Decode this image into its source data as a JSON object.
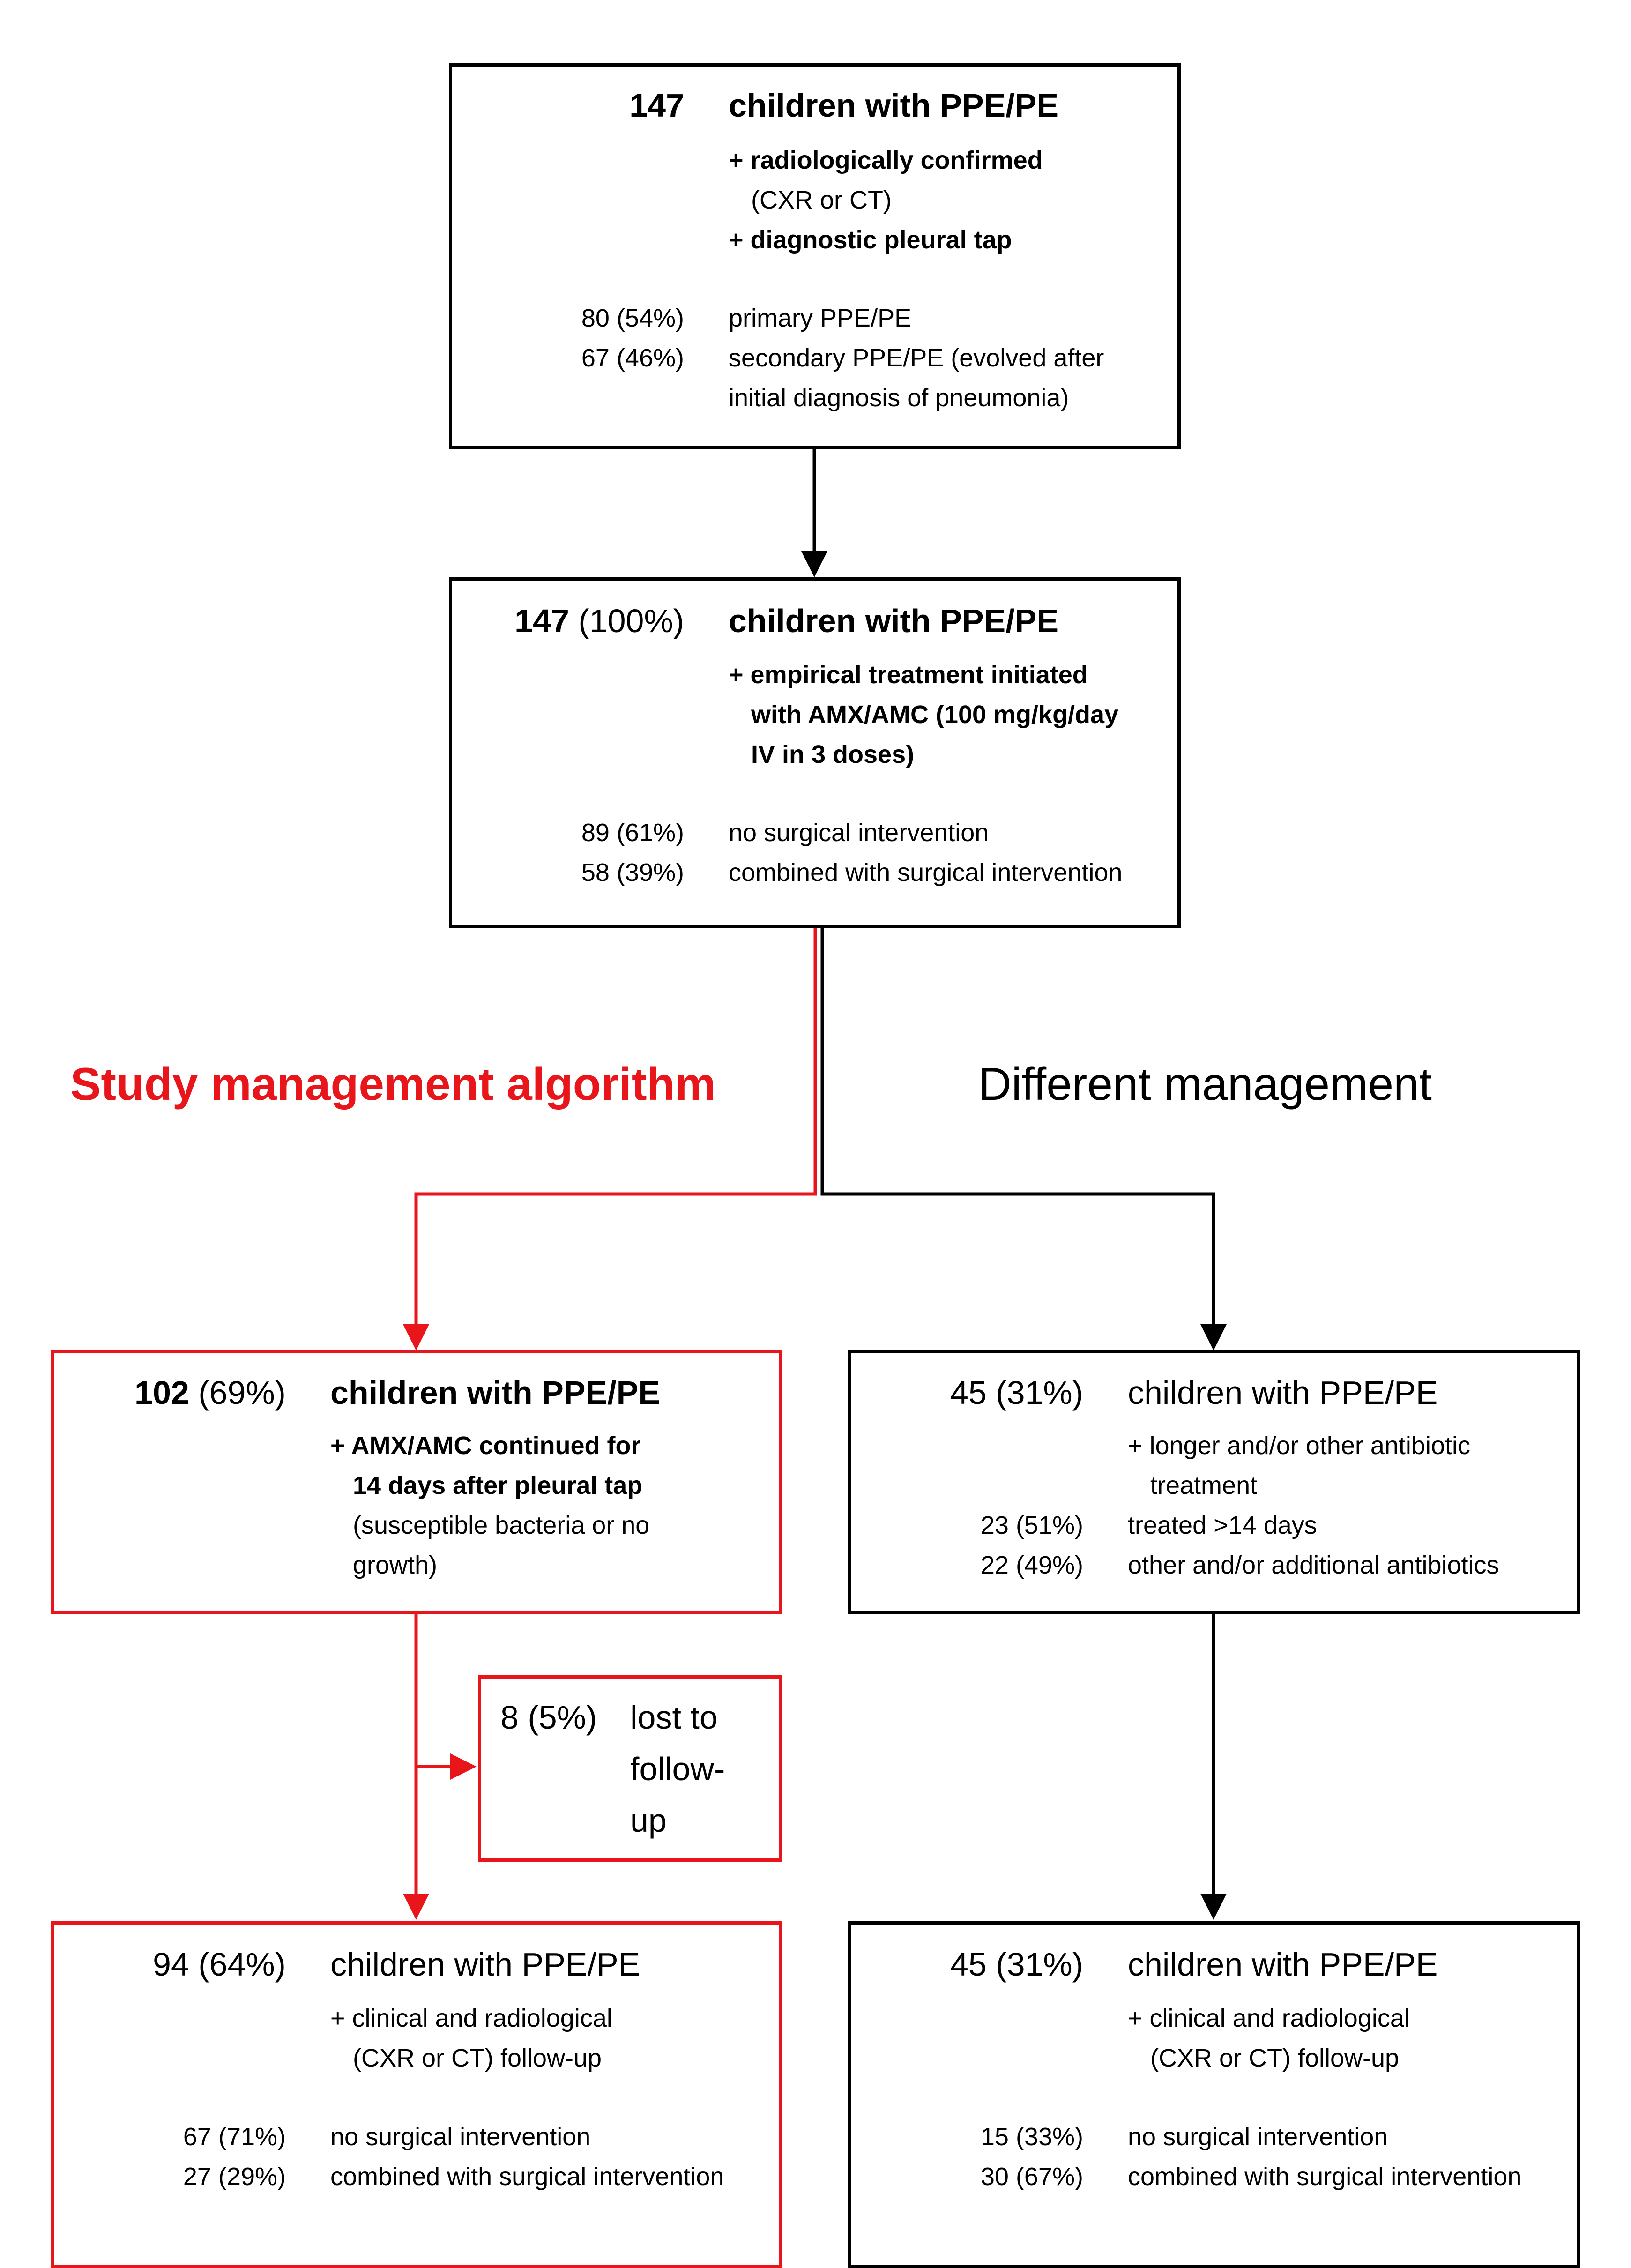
{
  "colors": {
    "algorithm": "#e8161b",
    "default": "#000000"
  },
  "box1": {
    "count": "147",
    "title": "children with PPE/PE",
    "criteria": [
      "+ radiologically confirmed",
      "(CXR or CT)",
      "+ diagnostic pleural tap"
    ],
    "rows": [
      {
        "n": "80 (54%)",
        "label": "primary PPE/PE"
      },
      {
        "n": "67 (46%)",
        "label": "secondary PPE/PE (evolved after"
      }
    ],
    "row2_cont": "initial diagnosis of pneumonia)"
  },
  "box2": {
    "count": "147",
    "pct": "(100%)",
    "title": "children with PPE/PE",
    "criteria": [
      "+ empirical treatment initiated",
      "with AMX/AMC (100 mg/kg/day",
      "IV in 3 doses)"
    ],
    "rows": [
      {
        "n": "89 (61%)",
        "label": "no surgical intervention"
      },
      {
        "n": "58 (39%)",
        "label": "combined with surgical intervention"
      }
    ]
  },
  "branches": {
    "left": "Study management algorithm",
    "right": "Different management"
  },
  "box3": {
    "count": "102",
    "pct": "(69%)",
    "title": "children with PPE/PE",
    "criteria": [
      "+ AMX/AMC continued for",
      "14 days after pleural tap"
    ],
    "notes": [
      "(susceptible bacteria or no",
      "growth)"
    ]
  },
  "box4": {
    "count": "45 (31%)",
    "title": "children with PPE/PE",
    "criteria": [
      "+ longer and/or other antibiotic",
      "treatment"
    ],
    "rows": [
      {
        "n": "23 (51%)",
        "label": "treated >14 days"
      },
      {
        "n": "22 (49%)",
        "label": "other and/or additional antibiotics"
      }
    ]
  },
  "box5": {
    "count": "8 (5%)",
    "lines": [
      "lost to",
      "follow-",
      "up"
    ]
  },
  "box6": {
    "count": "94 (64%)",
    "title": "children with PPE/PE",
    "criteria": [
      "+ clinical and radiological",
      "(CXR or CT) follow-up"
    ],
    "rows": [
      {
        "n": "67 (71%)",
        "label": "no surgical intervention"
      },
      {
        "n": "27 (29%)",
        "label": "combined with surgical intervention"
      }
    ]
  },
  "box7": {
    "count": "45 (31%)",
    "title": "children with PPE/PE",
    "criteria": [
      "+ clinical and radiological",
      "(CXR or CT) follow-up"
    ],
    "rows": [
      {
        "n": "15 (33%)",
        "label": "no surgical intervention"
      },
      {
        "n": "30 (67%)",
        "label": "combined with surgical intervention"
      }
    ]
  }
}
